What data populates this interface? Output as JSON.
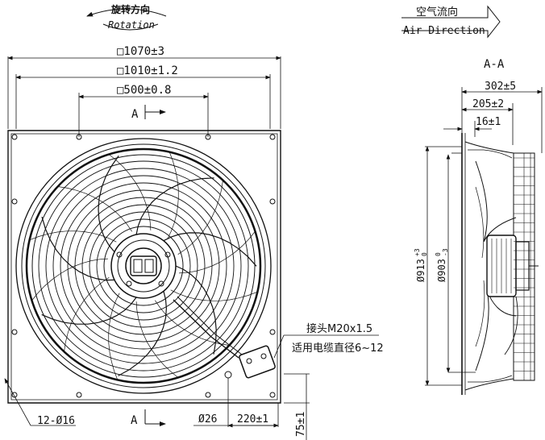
{
  "header": {
    "rotation_cn": "旋转方向",
    "rotation_en": "Rotation",
    "airflow_cn": "空气流向",
    "airflow_en": "Air Direction"
  },
  "front_view": {
    "dim_outer": "□1070±3",
    "dim_mid": "□1010±1.2",
    "dim_inner": "□500±0.8",
    "section_mark_top": "A",
    "section_mark_bottom": "A",
    "holes": "12-Ø16",
    "hole_small": "Ø26",
    "dim_220": "220±1",
    "dim_75": "75±1",
    "connector_cn": "接头M20x1.5",
    "cable_cn": "适用电缆直径6~12"
  },
  "section_view": {
    "title": "A-A",
    "dim_302": "302±5",
    "dim_205": "205±2",
    "dim_16": "16±1",
    "dia_913": "Ø913",
    "dia_913_tol_up": "+3",
    "dia_913_tol_low": "0",
    "dia_903": "Ø903",
    "dia_903_tol_up": "0",
    "dia_903_tol_low": "-3"
  }
}
